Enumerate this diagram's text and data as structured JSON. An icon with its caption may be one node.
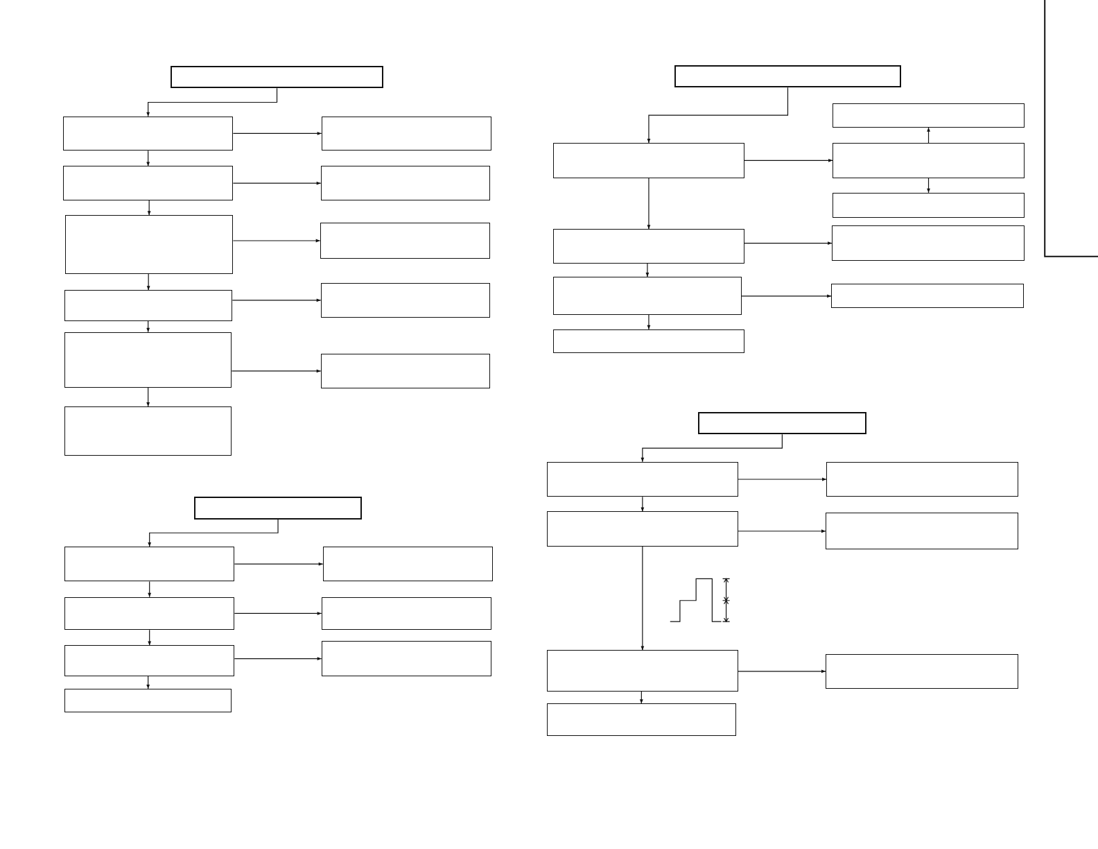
{
  "diagram": {
    "nodes": [
      {
        "text": [],
        "shape": "box"
      },
      {
        "text": [],
        "shape": "box"
      },
      {
        "text": [],
        "shape": "box"
      },
      {
        "text": [],
        "shape": "box"
      },
      {
        "text": [],
        "shape": "box"
      },
      {
        "text": [],
        "shape": "box"
      },
      {
        "text": [],
        "shape": "box"
      },
      {
        "text": [],
        "shape": "box"
      },
      {
        "text": [],
        "shape": "box"
      },
      {
        "text": [],
        "shape": "box"
      },
      {
        "text": [],
        "shape": "box"
      },
      {
        "text": [],
        "shape": "box"
      },
      {
        "text": [],
        "shape": "box"
      },
      {
        "text": [],
        "shape": "box"
      },
      {
        "text": [],
        "shape": "box"
      },
      {
        "text": [],
        "shape": "box"
      },
      {
        "text": [],
        "shape": "box"
      },
      {
        "text": [],
        "shape": "box"
      },
      {
        "text": [],
        "shape": "box"
      },
      {
        "text": [],
        "shape": "box"
      },
      {
        "text": [],
        "shape": "box"
      },
      {
        "text": [],
        "shape": "box"
      },
      {
        "text": [],
        "shape": "box"
      },
      {
        "text": [],
        "shape": "box"
      },
      {
        "text": [],
        "shape": "box"
      },
      {
        "text": [],
        "shape": "box"
      },
      {
        "text": [],
        "shape": "box"
      },
      {
        "text": [],
        "shape": "box"
      },
      {
        "text": [],
        "shape": "box"
      },
      {
        "text": [],
        "shape": "box"
      },
      {
        "text": [],
        "shape": "box"
      },
      {
        "text": [],
        "shape": "box"
      },
      {
        "text": [],
        "shape": "box"
      },
      {
        "text": [],
        "shape": "box"
      },
      {
        "text": [],
        "shape": "box"
      },
      {
        "text": [],
        "shape": "box"
      },
      {
        "text": [],
        "shape": "box"
      },
      {
        "text": [],
        "shape": "box"
      }
    ],
    "edges": [
      {
        "from": 0,
        "to": 1,
        "arrow": "to"
      },
      {
        "from": 1,
        "to": 2,
        "arrow": "to"
      },
      {
        "from": 1,
        "to": 3,
        "arrow": "to"
      },
      {
        "from": 3,
        "to": 4,
        "arrow": "to"
      },
      {
        "from": 3,
        "to": 5,
        "arrow": "to"
      },
      {
        "from": 5,
        "to": 6,
        "arrow": "to"
      },
      {
        "from": 5,
        "to": 7,
        "arrow": "to"
      },
      {
        "from": 7,
        "to": 8,
        "arrow": "to"
      },
      {
        "from": 7,
        "to": 9,
        "arrow": "to"
      },
      {
        "from": 9,
        "to": 10,
        "arrow": "to"
      },
      {
        "from": 9,
        "to": 11,
        "arrow": "to"
      },
      {
        "from": 12,
        "to": 13,
        "arrow": "to"
      },
      {
        "from": 13,
        "to": 14,
        "arrow": "to"
      },
      {
        "from": 13,
        "to": 15,
        "arrow": "to"
      },
      {
        "from": 15,
        "to": 16,
        "arrow": "to"
      },
      {
        "from": 15,
        "to": 17,
        "arrow": "to"
      },
      {
        "from": 17,
        "to": 18,
        "arrow": "to"
      },
      {
        "from": 17,
        "to": 19,
        "arrow": "to"
      },
      {
        "from": 20,
        "to": 22,
        "arrow": "to"
      },
      {
        "from": 22,
        "to": 23,
        "arrow": "to"
      },
      {
        "from": 23,
        "to": 21,
        "arrow": "to"
      },
      {
        "from": 23,
        "to": 24,
        "arrow": "to"
      },
      {
        "from": 22,
        "to": 25,
        "arrow": "to"
      },
      {
        "from": 25,
        "to": 26,
        "arrow": "to"
      },
      {
        "from": 25,
        "to": 27,
        "arrow": "to"
      },
      {
        "from": 27,
        "to": 28,
        "arrow": "to"
      },
      {
        "from": 27,
        "to": 29,
        "arrow": "to"
      },
      {
        "from": 30,
        "to": 31,
        "arrow": "to"
      },
      {
        "from": 31,
        "to": 32,
        "arrow": "to"
      },
      {
        "from": 31,
        "to": 33,
        "arrow": "to"
      },
      {
        "from": 33,
        "to": 34,
        "arrow": "to"
      },
      {
        "from": 33,
        "to": 35,
        "arrow": "to"
      },
      {
        "from": 35,
        "to": 36,
        "arrow": "to"
      },
      {
        "from": 35,
        "to": 37,
        "arrow": "to"
      }
    ]
  }
}
